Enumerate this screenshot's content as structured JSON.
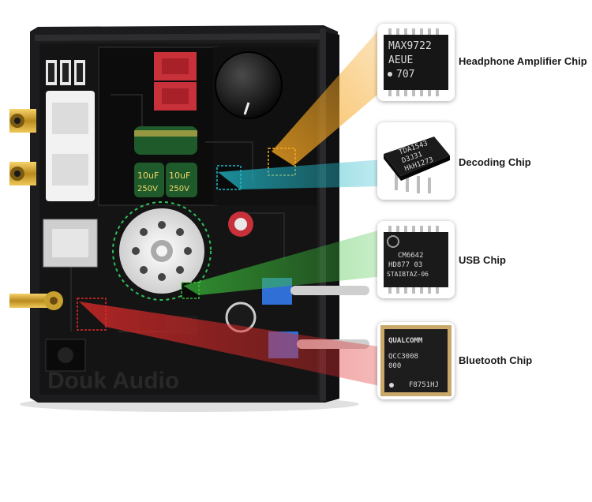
{
  "labels": {
    "headphone": "Headphone Amplifier Chip",
    "decoding": "Decoding Chip",
    "usb": "USB Chip",
    "bluetooth": "Bluetooth Chip"
  },
  "chips": {
    "headphone": {
      "line1": "MAX9722",
      "line2": "AEUE",
      "line3": "707"
    },
    "decoding": {
      "line1": "TDA1543",
      "line2": "D3J31",
      "line3": "HkH1273"
    },
    "usb": {
      "line1": "CM6642",
      "line2": "HD877 03",
      "line3": "STAIBTAZ-06"
    },
    "bluetooth": {
      "line1": "QUALCOMM",
      "line2": "QCC3008",
      "line3": "000",
      "line4": "F8751HJ"
    }
  },
  "board": {
    "cap_text": "10uF",
    "cap_voltage": "250V",
    "watermark": "Douk Audio"
  },
  "colors": {
    "headphone_beam": "#f5a623",
    "decoding_beam": "#22b8c8",
    "usb_beam": "#3bbf3b",
    "bluetooth_beam": "#e02a2a",
    "chassis": "#1c1c1e",
    "pcb": "#141414"
  }
}
